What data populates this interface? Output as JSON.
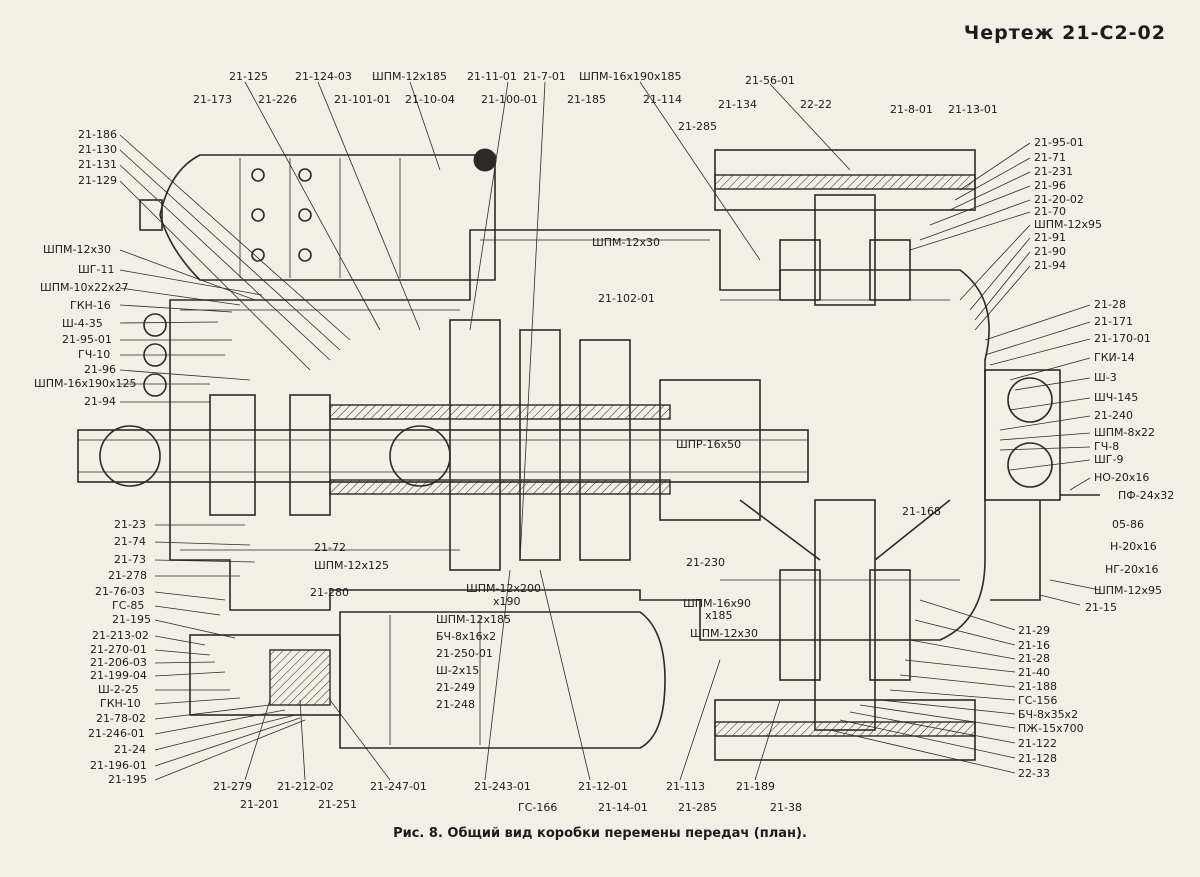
{
  "header": "Чертеж 21-С2-02",
  "caption": "Рис. 8. Общий вид коробки перемены передач (план).",
  "labels_top": [
    "21-125",
    "21-124-03",
    "ШПМ-12x185",
    "21-11-01",
    "21-7-01",
    "ШПМ-16x190x185",
    "21-56-01",
    "21-173",
    "21-226",
    "21-101-01",
    "21-10-04",
    "21-100-01",
    "21-185",
    "21-114",
    "21-134",
    "22-22",
    "21-8-01",
    "21-13-01",
    "21-285"
  ],
  "labels_left": [
    "21-186",
    "21-130",
    "21-131",
    "21-129",
    "ШПМ-12x30",
    "ШГ-11",
    "ШПМ-10x22x27",
    "ГКН-16",
    "Ш-4-35",
    "21-95-01",
    "ГЧ-10",
    "21-96",
    "ШПМ-16x190x125",
    "21-94",
    "21-23",
    "21-74",
    "21-73",
    "21-278",
    "21-76-03",
    "ГС-85",
    "21-195",
    "21-213-02",
    "21-270-01",
    "21-206-03",
    "21-199-04",
    "Ш-2-25",
    "ГКН-10",
    "21-78-02",
    "21-246-01",
    "21-24",
    "21-196-01",
    "21-195"
  ],
  "labels_right": [
    "21-95-01",
    "21-71",
    "21-231",
    "21-96",
    "21-20-02",
    "21-70",
    "ШПМ-12x95",
    "21-91",
    "21-90",
    "21-94",
    "21-28",
    "21-171",
    "21-170-01",
    "ГКИ-14",
    "Ш-3",
    "ШЧ-145",
    "21-240",
    "ШПМ-8x22",
    "ГЧ-8",
    "ШГ-9",
    "НО-20x16",
    "ПФ-24x32",
    "05-86",
    "Н-20x16",
    "НГ-20x16",
    "ШПМ-12x95",
    "21-15",
    "21-29",
    "21-16",
    "21-28",
    "21-40",
    "21-188",
    "ГС-156",
    "БЧ-8x35x2",
    "ПЖ-15x700",
    "21-122",
    "21-128",
    "22-33"
  ],
  "labels_center": [
    "ШПМ-12x30",
    "21-102-01",
    "ШПР-16x50",
    "21-168",
    "21-72",
    "ШПМ-12x125",
    "21-280",
    "21-230",
    "ШПМ-12x200",
    "x190",
    "ШПМ-16x90",
    "x185",
    "ШПМ-12x30",
    "ШПМ-12x185",
    "БЧ-8x16x2",
    "21-250-01",
    "Ш-2x15",
    "21-249",
    "21-248"
  ],
  "labels_bottom": [
    "21-279",
    "21-212-02",
    "21-247-01",
    "21-201",
    "21-251",
    "21-243-01",
    "21-12-01",
    "ГС-166",
    "21-14-01",
    "21-113",
    "21-285",
    "21-189",
    "21-38"
  ]
}
